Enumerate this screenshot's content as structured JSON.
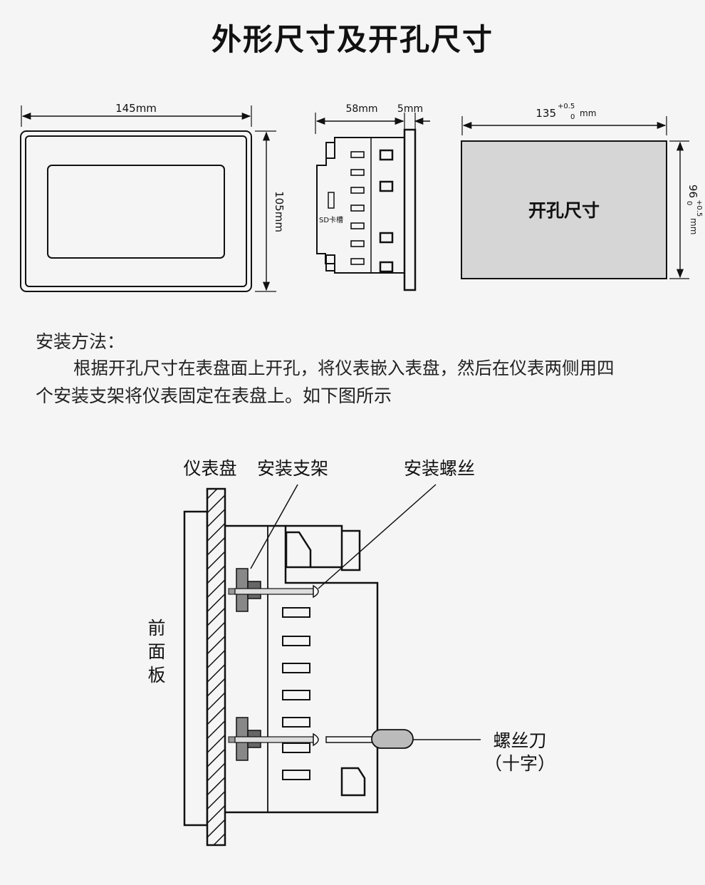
{
  "title": "外形尺寸及开孔尺寸",
  "dimensions": {
    "width": "145mm",
    "height": "105mm",
    "depth": "58mm",
    "bezel": "5mm",
    "cutout_width": "135",
    "cutout_width_tol_upper": "+0.5",
    "cutout_width_tol_lower": "0",
    "cutout_width_unit": "mm",
    "cutout_height": "96",
    "cutout_height_tol_upper": "+0.5",
    "cutout_height_tol_lower": "0",
    "cutout_height_unit": "mm"
  },
  "side_view": {
    "sd_slot": "SD卡槽"
  },
  "cutout_label": "开孔尺寸",
  "install": {
    "heading": "安装方法：",
    "line1": "根据开孔尺寸在表盘面上开孔，将仪表嵌入表盘，然后在仪表两侧用四",
    "line2": "个安装支架将仪表固定在表盘上。如下图所示"
  },
  "callouts": {
    "panel": "仪表盘",
    "bracket": "安装支架",
    "screw": "安装螺丝",
    "front_1": "前",
    "front_2": "面",
    "front_3": "板",
    "screwdriver": "螺丝刀",
    "screwdriver_type": "（十字）"
  },
  "colors": {
    "background": "#f5f5f5",
    "line": "#111111",
    "cutout_fill": "#d6d6d6",
    "hatch": "#111111"
  }
}
